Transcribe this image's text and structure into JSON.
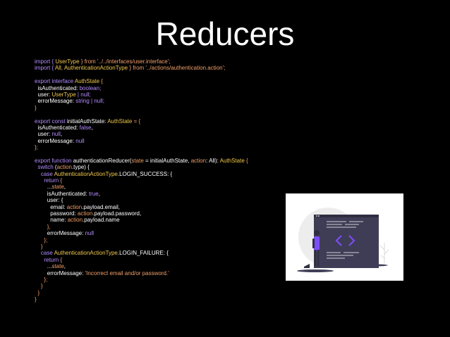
{
  "slide": {
    "title": "Reducers"
  },
  "code": {
    "lines": [
      [
        {
          "t": "import { ",
          "c": "kw"
        },
        {
          "t": "UserType",
          "c": "ty"
        },
        {
          "t": " } from '../../interfaces/user.interface';",
          "c": "st"
        }
      ],
      [
        {
          "t": "import { ",
          "c": "kw"
        },
        {
          "t": "All",
          "c": "ty"
        },
        {
          "t": ", ",
          "c": "st"
        },
        {
          "t": "AuthenticationActionType",
          "c": "ty"
        },
        {
          "t": " } from '../actions/authentication.action';",
          "c": "st"
        }
      ],
      [],
      [
        {
          "t": "export interface ",
          "c": "kw"
        },
        {
          "t": "AuthState",
          "c": "ty"
        },
        {
          "t": " {",
          "c": "st"
        }
      ],
      [
        {
          "t": "  isAuthenticated: ",
          "c": ""
        },
        {
          "t": "boolean;",
          "c": "kw"
        }
      ],
      [
        {
          "t": "  user: ",
          "c": ""
        },
        {
          "t": "UserType",
          "c": "ty"
        },
        {
          "t": " | null;",
          "c": "kw"
        }
      ],
      [
        {
          "t": "  errorMessage: ",
          "c": ""
        },
        {
          "t": "string | null;",
          "c": "kw"
        }
      ],
      [
        {
          "t": "}",
          "c": "st"
        }
      ],
      [],
      [
        {
          "t": "export const ",
          "c": "kw"
        },
        {
          "t": "initialAuthState: ",
          "c": ""
        },
        {
          "t": "AuthState",
          "c": "ty"
        },
        {
          "t": " = {",
          "c": "st"
        }
      ],
      [
        {
          "t": "  isAuthenticated: ",
          "c": ""
        },
        {
          "t": "false",
          "c": "kw"
        },
        {
          "t": ",",
          "c": ""
        }
      ],
      [
        {
          "t": "  user: ",
          "c": ""
        },
        {
          "t": "null",
          "c": "kw"
        },
        {
          "t": ",",
          "c": ""
        }
      ],
      [
        {
          "t": "  errorMessage: ",
          "c": ""
        },
        {
          "t": "null",
          "c": "kw"
        }
      ],
      [
        {
          "t": "};",
          "c": "st"
        }
      ],
      [],
      [
        {
          "t": "export function ",
          "c": "kw"
        },
        {
          "t": "authenticationReducer(",
          "c": ""
        },
        {
          "t": "state",
          "c": "st"
        },
        {
          "t": " = initialAuthState, ",
          "c": ""
        },
        {
          "t": "action",
          "c": "st"
        },
        {
          "t": ": All): ",
          "c": ""
        },
        {
          "t": "AuthState",
          "c": "ty"
        },
        {
          "t": " {",
          "c": "st"
        }
      ],
      [
        {
          "t": "  switch ",
          "c": "kw"
        },
        {
          "t": "(",
          "c": ""
        },
        {
          "t": "action",
          "c": "st"
        },
        {
          "t": ".type) {",
          "c": ""
        }
      ],
      [
        {
          "t": "    case ",
          "c": "kw"
        },
        {
          "t": "AuthenticationActionType",
          "c": "ty"
        },
        {
          "t": ".LOGIN_SUCCESS: {",
          "c": ""
        }
      ],
      [
        {
          "t": "      return ",
          "c": "kw"
        },
        {
          "t": "{",
          "c": "st"
        }
      ],
      [
        {
          "t": "        ...",
          "c": ""
        },
        {
          "t": "state",
          "c": "st"
        },
        {
          "t": ",",
          "c": ""
        }
      ],
      [
        {
          "t": "        isAuthenticated: ",
          "c": ""
        },
        {
          "t": "true",
          "c": "kw"
        },
        {
          "t": ",",
          "c": ""
        }
      ],
      [
        {
          "t": "        user: {",
          "c": ""
        }
      ],
      [
        {
          "t": "          email: ",
          "c": ""
        },
        {
          "t": "action",
          "c": "st"
        },
        {
          "t": ".payload.email,",
          "c": ""
        }
      ],
      [
        {
          "t": "          password: ",
          "c": ""
        },
        {
          "t": "action",
          "c": "st"
        },
        {
          "t": ".payload.password,",
          "c": ""
        }
      ],
      [
        {
          "t": "          name: ",
          "c": ""
        },
        {
          "t": "action",
          "c": "st"
        },
        {
          "t": ".payload.name",
          "c": ""
        }
      ],
      [
        {
          "t": "        },",
          "c": "st"
        }
      ],
      [
        {
          "t": "        errorMessage: ",
          "c": ""
        },
        {
          "t": "null",
          "c": "kw"
        }
      ],
      [
        {
          "t": "      };",
          "c": "st"
        }
      ],
      [
        {
          "t": "    }",
          "c": "st"
        }
      ],
      [
        {
          "t": "    case ",
          "c": "kw"
        },
        {
          "t": "AuthenticationActionType",
          "c": "ty"
        },
        {
          "t": ".LOGIN_FAILURE: {",
          "c": ""
        }
      ],
      [
        {
          "t": "      return ",
          "c": "kw"
        },
        {
          "t": "{",
          "c": "st"
        }
      ],
      [
        {
          "t": "        ...",
          "c": ""
        },
        {
          "t": "state",
          "c": "st"
        },
        {
          "t": ",",
          "c": ""
        }
      ],
      [
        {
          "t": "        errorMessage: ",
          "c": ""
        },
        {
          "t": "'Incorrect email and/or password.'",
          "c": "st"
        }
      ],
      [
        {
          "t": "      };",
          "c": "st"
        }
      ],
      [
        {
          "t": "    }",
          "c": "st"
        }
      ],
      [
        {
          "t": "  }",
          "c": "st"
        }
      ],
      [
        {
          "t": "}",
          "c": "st"
        }
      ]
    ]
  },
  "illustration": {
    "icon": "developer-code-screen-illustration"
  },
  "colors": {
    "background": "#000000",
    "keyword": "#b48cff",
    "type": "#f2c94c",
    "punctuation": "#f2a06a",
    "illustration_accent": "#7c4dff",
    "illustration_screen": "#3f3d56"
  }
}
